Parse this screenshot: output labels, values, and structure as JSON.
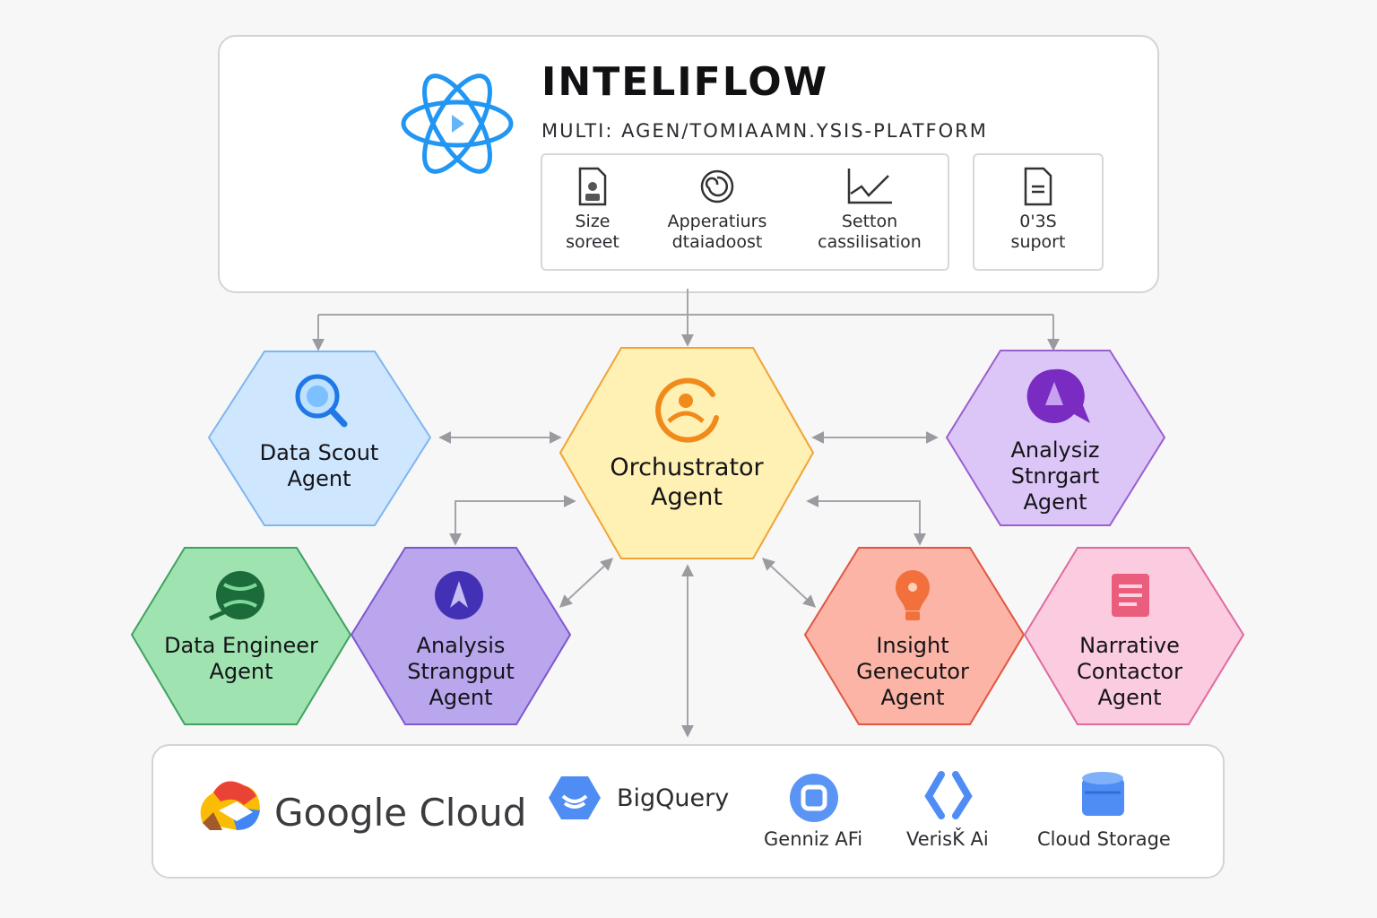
{
  "header": {
    "title": "INTELIFLOW",
    "subtitle": "MULTI: AGEN/TOMIAAMN.YSIS-PLATFORM",
    "features": [
      {
        "icon": "document-user-icon",
        "line1": "Size",
        "line2": "soreet"
      },
      {
        "icon": "spiral-icon",
        "line1": "Apperatiurs",
        "line2": "dtaiadoost"
      },
      {
        "icon": "line-chart-icon",
        "line1": "Setton",
        "line2": "cassilisation"
      },
      {
        "icon": "document-lines-icon",
        "line1": "0'3S",
        "line2": "suport"
      }
    ]
  },
  "agents": {
    "data_scout": {
      "line1": "Data Scout",
      "line2": "Agent",
      "color": "#cfe6ff"
    },
    "orchestrator": {
      "line1": "Orchustrator",
      "line2": "Agent",
      "color": "#fff0b3"
    },
    "analysis_top": {
      "line1": "Analysiz",
      "line2": "Stnrgart",
      "line3": "Agent",
      "color": "#dcc6f7"
    },
    "data_engineer": {
      "line1": "Data Engineer",
      "line2": "Agent",
      "color": "#9fe3b0"
    },
    "analysis_left": {
      "line1": "Analysis",
      "line2": "Strangput",
      "line3": "Agent",
      "color": "#b9a6ec"
    },
    "insight": {
      "line1": "Insight",
      "line2": "Genecutor",
      "line3": "Agent",
      "color": "#fbb4a5"
    },
    "narrative": {
      "line1": "Narrative",
      "line2": "Contactor",
      "line3": "Agent",
      "color": "#fbcbe0"
    }
  },
  "services": {
    "google_cloud": "Google Cloud",
    "bigquery": "BigQuery",
    "gemini": "Genniz AFi",
    "vertex": "VerisǨ Ai",
    "storage": "Cloud Storage"
  }
}
